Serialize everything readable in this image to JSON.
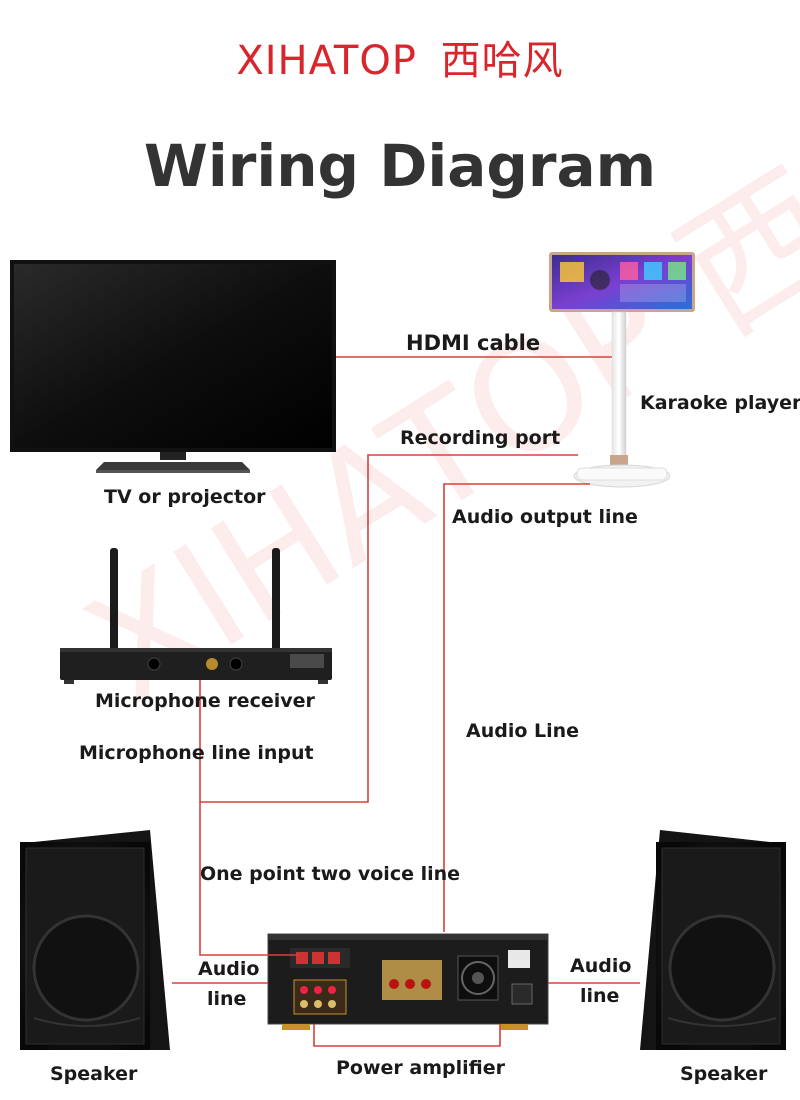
{
  "brand": {
    "latin": "XIHATOP",
    "chinese": "西哈风",
    "color": "#d8262c"
  },
  "title": "Wiring Diagram",
  "watermark": "XIHATOP 西哈风",
  "wire_color": "#d8403a",
  "labels": {
    "hdmi_cable": "HDMI cable",
    "karaoke_player": "Karaoke player",
    "recording_port": "Recording port",
    "tv_or_projector": "TV or projector",
    "audio_output_line": "Audio output line",
    "microphone_receiver": "Microphone receiver",
    "microphone_line_input": "Microphone line input",
    "audio_line_vertical": "Audio Line",
    "one_point_two_voice_line": "One point two voice line",
    "audio_left_1": "Audio",
    "audio_left_2": "line",
    "audio_right_1": "Audio",
    "audio_right_2": "line",
    "speaker_left": "Speaker",
    "power_amplifier": "Power amplifier",
    "speaker_right": "Speaker"
  }
}
